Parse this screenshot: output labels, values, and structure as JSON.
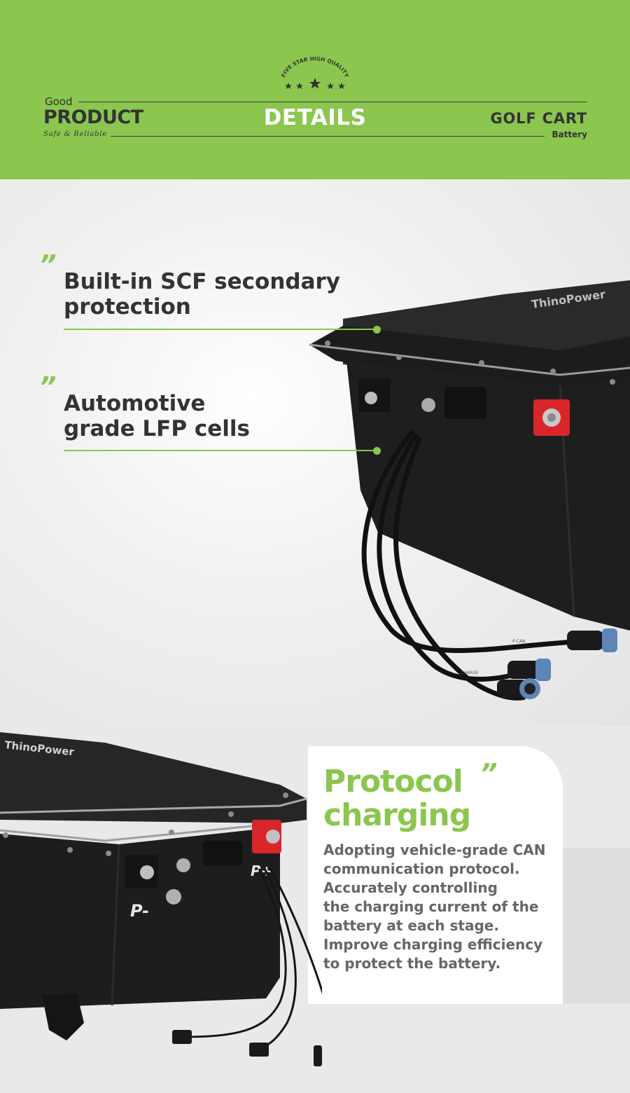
{
  "header": {
    "badge_text": "FIVE STAR HIGH QUALITY",
    "good": "Good",
    "product": "PRODUCT",
    "safe": "Safe & Reliable",
    "details": "DETAILS",
    "golf_cart": "GOLF CART",
    "battery": "Battery"
  },
  "features": [
    {
      "quote": "”",
      "lines": [
        "Built-in SCF secondary",
        "protection"
      ]
    },
    {
      "quote": "”",
      "lines": [
        "Automotive",
        "grade LFP cells"
      ]
    }
  ],
  "battery_top": {
    "brand": "ThinoPower",
    "connector_labels": [
      "P-CAN",
      "CHARGE"
    ]
  },
  "battery_bottom": {
    "brand": "ThinoPower",
    "terminal_neg": "P-",
    "terminal_pos": "P+"
  },
  "protocol": {
    "title_lines": [
      "Protocol",
      "charging"
    ],
    "quote": "”",
    "description_lines": [
      "Adopting vehicle-grade CAN",
      "communication protocol.",
      "Accurately controlling",
      "the charging current of the",
      "battery at each stage.",
      "Improve charging efficiency",
      "to protect the battery."
    ]
  },
  "colors": {
    "accent_green": "#8bc64f",
    "dark_text": "#333333",
    "body_text": "#666666",
    "battery_black": "#1e1e1e",
    "terminal_red": "#d9262b"
  }
}
